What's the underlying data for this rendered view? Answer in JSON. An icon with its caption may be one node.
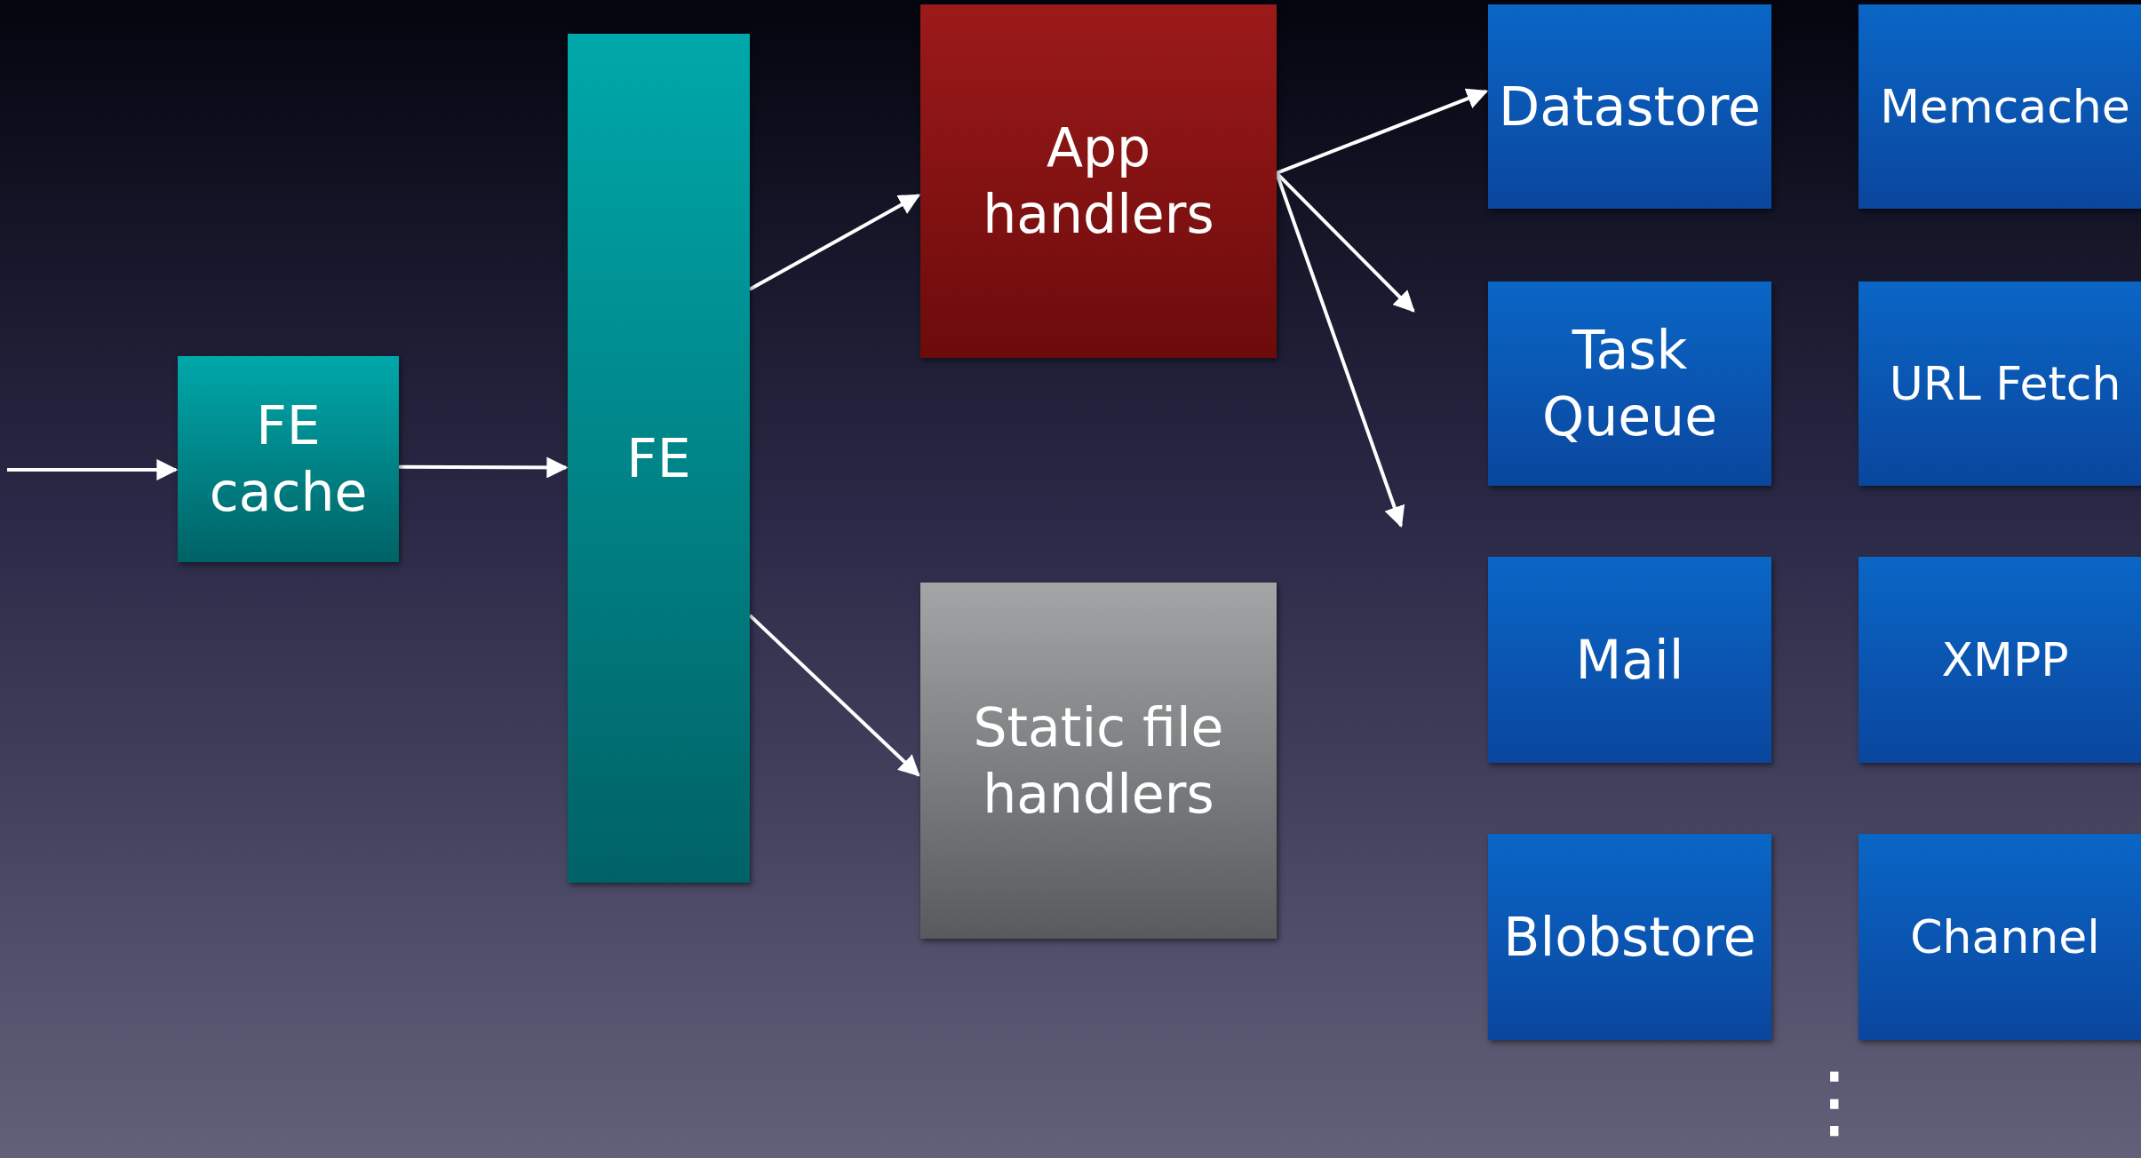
{
  "diagram": {
    "nodes": [
      {
        "text": [
          "FE cache"
        ]
      },
      {
        "text": [
          "FE"
        ]
      },
      {
        "text": [
          "App handlers"
        ]
      },
      {
        "text": [
          "Static file handlers"
        ]
      },
      {
        "text": [
          "Datastore"
        ]
      },
      {
        "text": [
          "Memcache"
        ]
      },
      {
        "text": [
          "Task Queue"
        ]
      },
      {
        "text": [
          "URL Fetch"
        ]
      },
      {
        "text": [
          "Mail"
        ]
      },
      {
        "text": [
          "XMPP"
        ]
      },
      {
        "text": [
          "Blobstore"
        ]
      },
      {
        "text": [
          "Channel"
        ]
      }
    ],
    "edges": [
      {
        "from": null,
        "to": 0,
        "arrow": "to"
      },
      {
        "from": 0,
        "to": 1,
        "arrow": "to"
      },
      {
        "from": 1,
        "to": 2,
        "arrow": "to"
      },
      {
        "from": 1,
        "to": 3,
        "arrow": "to"
      },
      {
        "from": 2,
        "to": 4,
        "arrow": "to"
      },
      {
        "from": 2,
        "to": null,
        "arrow": "to"
      },
      {
        "from": 2,
        "to": null,
        "arrow": "to"
      }
    ],
    "labels": [
      "⋮"
    ]
  }
}
